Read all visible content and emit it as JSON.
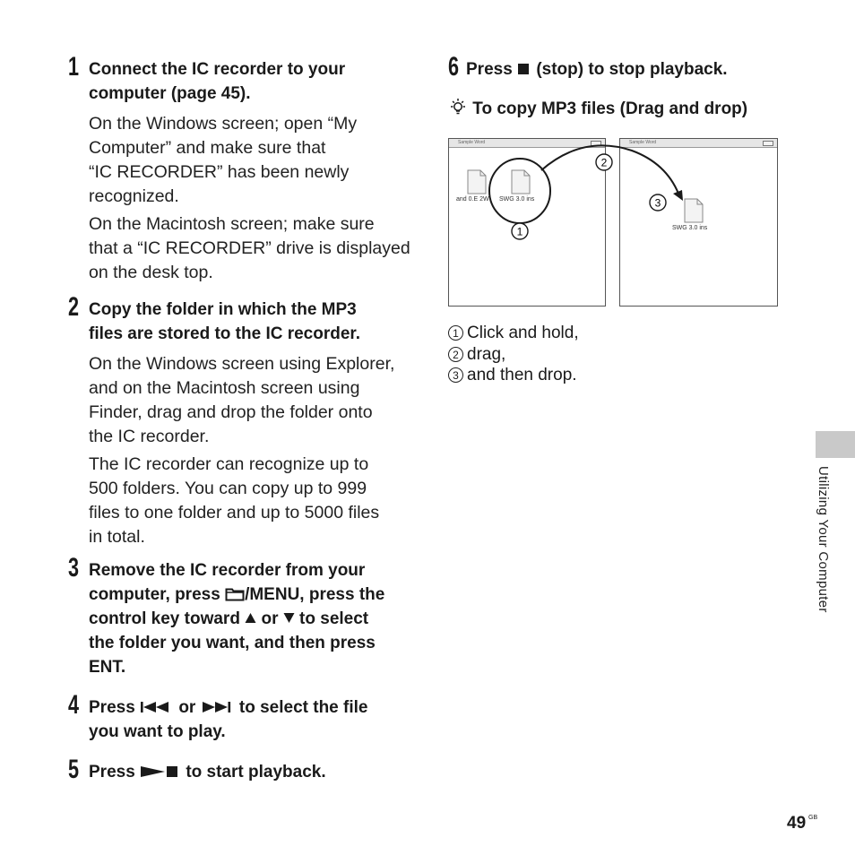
{
  "steps": [
    {
      "num": "1",
      "heading": [
        "Connect the IC recorder to your",
        "computer (page 45)."
      ],
      "paragraphs": [
        [
          "On the Windows screen; open “My",
          "Computer” and make sure that",
          "“IC RECORDER” has been newly",
          "recognized."
        ],
        [
          "On the Macintosh screen; make sure",
          "that a “IC RECORDER” drive is displayed",
          "on the desk top."
        ]
      ]
    },
    {
      "num": "2",
      "heading": [
        "Copy the folder in which the MP3",
        "files are stored to the IC recorder."
      ],
      "paragraphs": [
        [
          "On the Windows screen using Explorer,",
          "and on the Macintosh screen using",
          "Finder, drag and drop the folder onto",
          "the IC recorder."
        ],
        [
          "The IC recorder can recognize up to",
          "500 folders. You can copy up to 999",
          "files to one folder and up to 5000 files",
          "in total."
        ]
      ]
    },
    {
      "num": "3",
      "heading_a": "Remove the IC recorder from your",
      "heading_b1": "computer, press ",
      "heading_b2": "/MENU, press the",
      "heading_c1": "control key toward ",
      "heading_c2": " or ",
      "heading_c3": " to select",
      "heading_d": "the folder you want, and then press",
      "heading_e": "ENT."
    },
    {
      "num": "4",
      "heading_a1": "Press ",
      "heading_a2": " or ",
      "heading_a3": " to select the file",
      "heading_b": "you want to play."
    },
    {
      "num": "5",
      "heading_a1": "Press ",
      "heading_a2": " to start playback."
    },
    {
      "num": "6",
      "heading_a1": "Press ",
      "heading_a2": " (stop) to stop playback."
    }
  ],
  "tip": {
    "icon": "lightbulb-icon",
    "heading": "To copy MP3 files (Drag and drop)"
  },
  "figure": {
    "left_window_title": "Sample Word",
    "right_window_title": "Sample Word",
    "left_file_1": "and 0.E 2W",
    "left_file_2": "SWG 3.0 ins",
    "right_file": "SWG 3.0 ins",
    "markers": [
      "1",
      "2",
      "3"
    ]
  },
  "captions": [
    {
      "marker": "1",
      "text": "Click and hold,"
    },
    {
      "marker": "2",
      "text": "drag,"
    },
    {
      "marker": "3",
      "text": "and then drop."
    }
  ],
  "sidebar": {
    "section": "Utilizing Your Computer"
  },
  "footer": {
    "page_number": "49",
    "region": "GB"
  }
}
